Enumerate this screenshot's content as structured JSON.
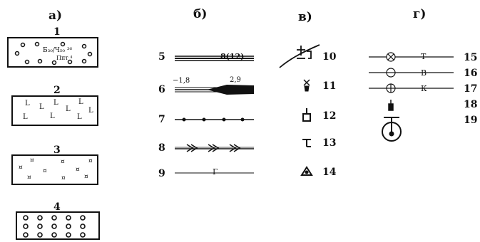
{
  "sections": {
    "a": "а)",
    "b": "б)",
    "v": "в)",
    "g": "г)"
  },
  "box_numbers": {
    "n1": "1",
    "n2": "2",
    "n3": "3",
    "n4": "4"
  },
  "box1_inner": {
    "line1": "Б₃₀/Ч₅₀ ³⁶",
    "line2": "Ппт ⁴"
  },
  "box2_letter": "L",
  "box3_letter": "¤",
  "row_numbers": {
    "n5": "5",
    "n6": "6",
    "n7": "7",
    "n8": "8",
    "n9": "9",
    "n10": "10",
    "n11": "11",
    "n12": "12",
    "n13": "13",
    "n14": "14",
    "n15": "15",
    "n16": "16",
    "n17": "17",
    "n18": "18",
    "n19": "19"
  },
  "line5_label": "8(12)",
  "line6_left": "−1,8",
  "line6_right": "2,9",
  "line9_label": "Г",
  "line15_label": "Т",
  "line16_label": "В",
  "line17_label": "К"
}
